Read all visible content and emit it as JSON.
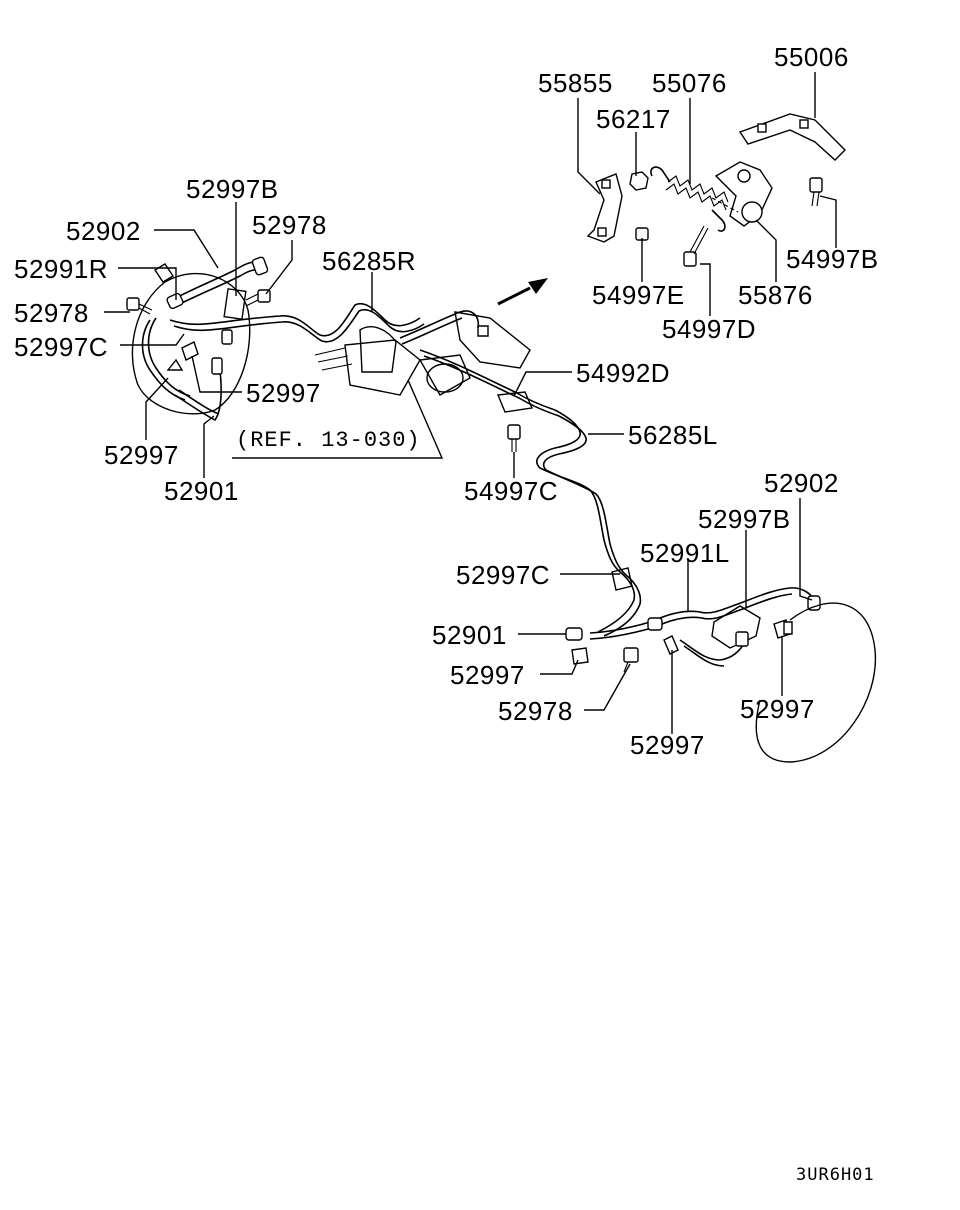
{
  "labels": {
    "p55006": "55006",
    "p55855": "55855",
    "p55076": "55076",
    "p56217": "56217",
    "p54997B": "54997B",
    "p54997E": "54997E",
    "p55876": "55876",
    "p54997D": "54997D",
    "p52997B_left": "52997B",
    "p52902_left": "52902",
    "p52978_top": "52978",
    "p56285R": "56285R",
    "p52991R": "52991R",
    "p52978_left": "52978",
    "p52997C_left": "52997C",
    "p52997_mid": "52997",
    "p54992D": "54992D",
    "ref": "(REF. 13-030)",
    "p56285L": "56285L",
    "p52997_left": "52997",
    "p52901_left": "52901",
    "p54997C": "54997C",
    "p52902_right": "52902",
    "p52997B_right": "52997B",
    "p52991L": "52991L",
    "p52997C_right": "52997C",
    "p52901_right": "52901",
    "p52997_r1": "52997",
    "p52978_right": "52978",
    "p52997_r2": "52997",
    "p52997_r3": "52997"
  },
  "diagram_code": "3UR6H01"
}
